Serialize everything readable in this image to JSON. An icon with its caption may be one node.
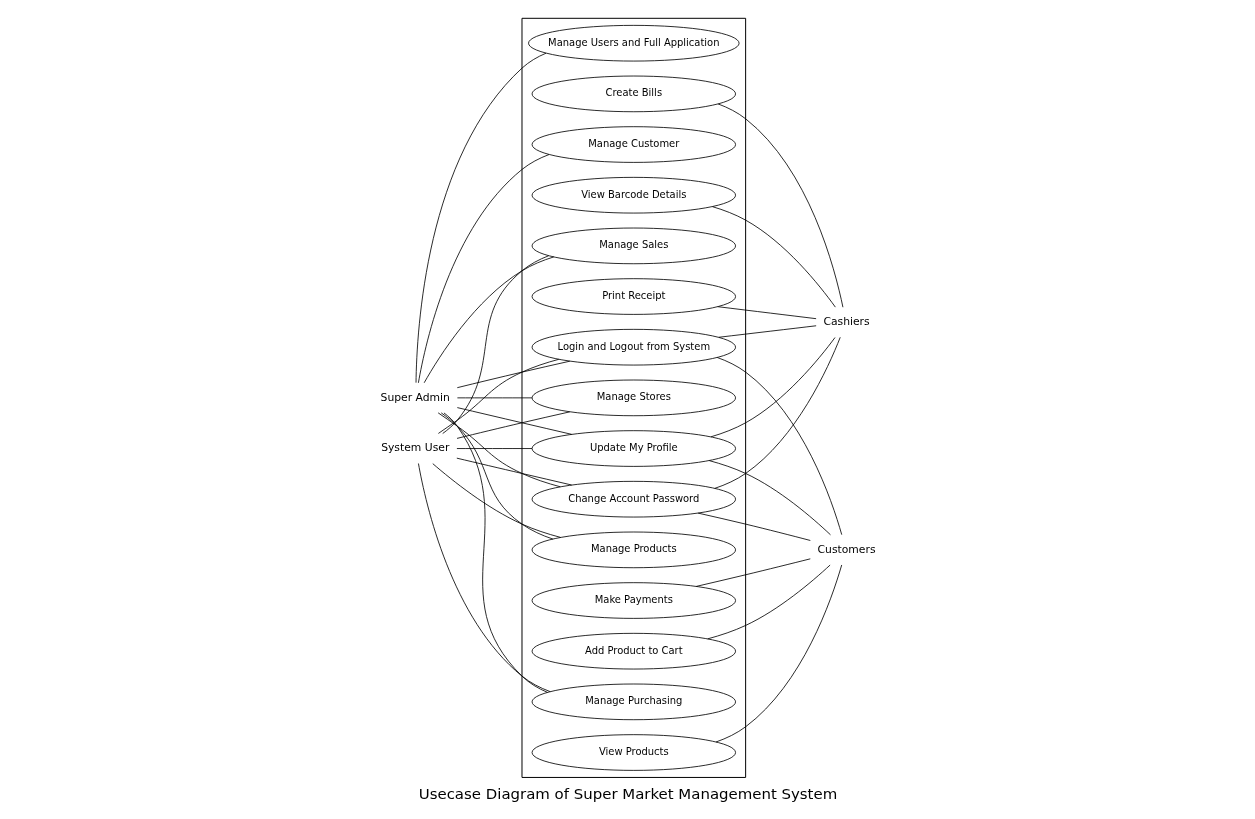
{
  "diagram": {
    "title": "Usecase Diagram of Super Market Management System",
    "nodes": [
      {
        "text": [],
        "shape": "box"
      },
      {
        "text": [
          "Manage Users and Full Application"
        ],
        "in": 0
      },
      {
        "text": [
          "Create Bills"
        ],
        "in": 0
      },
      {
        "text": [
          "Manage Stores"
        ],
        "in": 0
      },
      {
        "text": [
          "View Barcode Details"
        ],
        "in": 0
      },
      {
        "text": [
          "Manage Customer"
        ],
        "in": 0
      },
      {
        "text": [
          "Print Receipt"
        ],
        "in": 0
      },
      {
        "text": [
          "Login and Logout from System"
        ],
        "in": 0
      },
      {
        "text": [
          "Update My Profile"
        ],
        "in": 0
      },
      {
        "text": [
          "Change Account Password"
        ],
        "in": 0
      },
      {
        "text": [
          "Manage Purchasing"
        ],
        "in": 0
      },
      {
        "text": [
          "View Products"
        ],
        "in": 0
      },
      {
        "text": [
          "Manage Sales"
        ],
        "in": 0
      },
      {
        "text": [
          "Add Product to Cart"
        ],
        "in": 0
      },
      {
        "text": [
          "Manage Products"
        ],
        "in": 0
      },
      {
        "text": [
          "Make Payments"
        ],
        "in": 0
      },
      {
        "text": [
          "Super Admin"
        ]
      },
      {
        "text": [
          "System User"
        ]
      },
      {
        "text": [
          "Cashiers"
        ]
      },
      {
        "text": [
          "Customers"
        ]
      }
    ],
    "edges": [
      {
        "from": 16,
        "to": 1,
        "arrow": "none"
      },
      {
        "from": 16,
        "to": 3,
        "arrow": "none"
      },
      {
        "from": 16,
        "to": 5,
        "arrow": "none"
      },
      {
        "from": 16,
        "to": 7,
        "arrow": "none"
      },
      {
        "from": 16,
        "to": 8,
        "arrow": "none"
      },
      {
        "from": 16,
        "to": 9,
        "arrow": "none"
      },
      {
        "from": 16,
        "to": 10,
        "arrow": "none"
      },
      {
        "from": 16,
        "to": 12,
        "arrow": "none"
      },
      {
        "from": 16,
        "to": 14,
        "arrow": "none"
      },
      {
        "from": 17,
        "to": 3,
        "arrow": "none"
      },
      {
        "from": 17,
        "to": 7,
        "arrow": "none"
      },
      {
        "from": 17,
        "to": 8,
        "arrow": "none"
      },
      {
        "from": 17,
        "to": 9,
        "arrow": "none"
      },
      {
        "from": 17,
        "to": 10,
        "arrow": "none"
      },
      {
        "from": 17,
        "to": 12,
        "arrow": "none"
      },
      {
        "from": 17,
        "to": 14,
        "arrow": "none"
      },
      {
        "from": 2,
        "to": 18,
        "arrow": "none"
      },
      {
        "from": 4,
        "to": 18,
        "arrow": "none"
      },
      {
        "from": 6,
        "to": 18,
        "arrow": "none"
      },
      {
        "from": 7,
        "to": 18,
        "arrow": "none"
      },
      {
        "from": 8,
        "to": 18,
        "arrow": "none"
      },
      {
        "from": 9,
        "to": 18,
        "arrow": "none"
      },
      {
        "from": 7,
        "to": 19,
        "arrow": "none"
      },
      {
        "from": 8,
        "to": 19,
        "arrow": "none"
      },
      {
        "from": 9,
        "to": 19,
        "arrow": "none"
      },
      {
        "from": 11,
        "to": 19,
        "arrow": "none"
      },
      {
        "from": 13,
        "to": 19,
        "arrow": "none"
      },
      {
        "from": 15,
        "to": 19,
        "arrow": "none"
      }
    ]
  }
}
